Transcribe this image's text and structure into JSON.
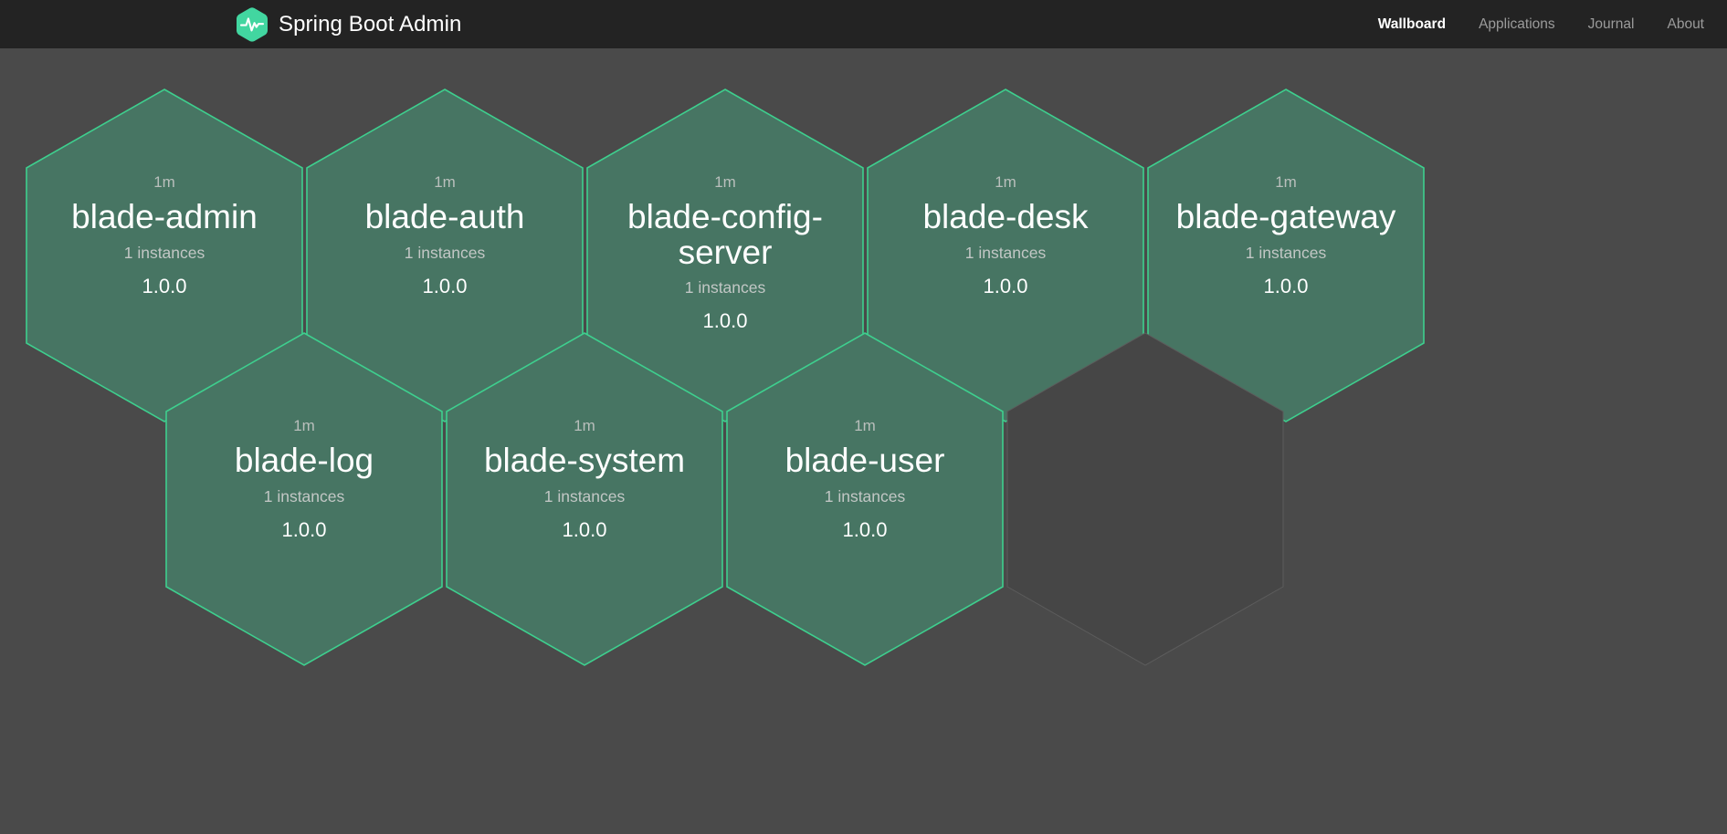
{
  "header": {
    "brand_title": "Spring Boot Admin",
    "brand_logo_icon": "heartbeat-hexagon-logo",
    "nav": [
      {
        "label": "Wallboard",
        "active": true
      },
      {
        "label": "Applications",
        "active": false
      },
      {
        "label": "Journal",
        "active": false
      },
      {
        "label": "About",
        "active": false
      }
    ]
  },
  "colors": {
    "navbar_bg": "#232323",
    "page_bg": "#4a4a4a",
    "hex_fill": "#477563",
    "hex_stroke": "#3ecf8e",
    "hex_empty_fill": "#464646",
    "hex_empty_stroke": "#5c5c5c",
    "brand_accent": "#42d6a0",
    "text_primary": "#ffffff",
    "text_muted": "#b9bfbc",
    "nav_inactive": "#9b9b9b"
  },
  "wallboard": {
    "applications": [
      {
        "name": "blade-admin",
        "uptime": "1m",
        "instances": "1 instances",
        "version": "1.0.0",
        "status": "UP",
        "row": 0,
        "col": 0
      },
      {
        "name": "blade-auth",
        "uptime": "1m",
        "instances": "1 instances",
        "version": "1.0.0",
        "status": "UP",
        "row": 0,
        "col": 1
      },
      {
        "name": "blade-config-server",
        "uptime": "1m",
        "instances": "1 instances",
        "version": "1.0.0",
        "status": "UP",
        "row": 0,
        "col": 2
      },
      {
        "name": "blade-desk",
        "uptime": "1m",
        "instances": "1 instances",
        "version": "1.0.0",
        "status": "UP",
        "row": 0,
        "col": 3
      },
      {
        "name": "blade-gateway",
        "uptime": "1m",
        "instances": "1 instances",
        "version": "1.0.0",
        "status": "UP",
        "row": 0,
        "col": 4
      },
      {
        "name": "blade-log",
        "uptime": "1m",
        "instances": "1 instances",
        "version": "1.0.0",
        "status": "UP",
        "row": 1,
        "col": 0
      },
      {
        "name": "blade-system",
        "uptime": "1m",
        "instances": "1 instances",
        "version": "1.0.0",
        "status": "UP",
        "row": 1,
        "col": 1
      },
      {
        "name": "blade-user",
        "uptime": "1m",
        "instances": "1 instances",
        "version": "1.0.0",
        "status": "UP",
        "row": 1,
        "col": 2
      }
    ],
    "placeholder_count": 1
  }
}
